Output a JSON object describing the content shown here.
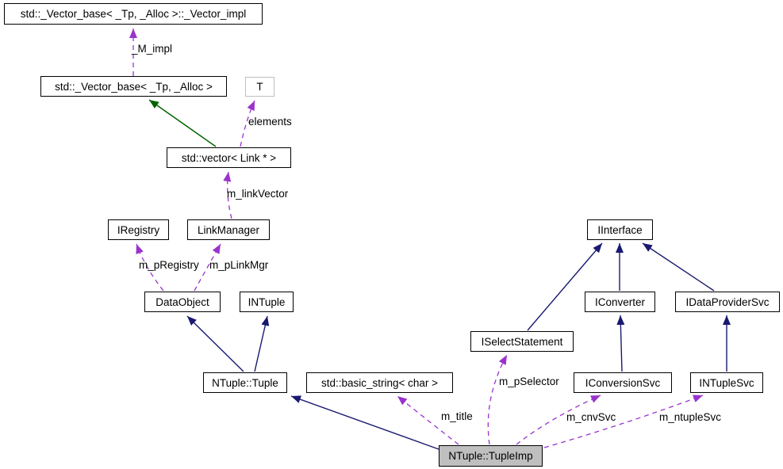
{
  "diagram": {
    "kind": "collaboration-graph",
    "focus_class": "NTuple::TupleImp",
    "colors": {
      "background": "#ffffff",
      "node_fill": "#ffffff",
      "node_border": "#000000",
      "template_param_border": "#bebebe",
      "focus_node_fill": "#bfbfbf",
      "inheritance_edge": "#191970",
      "private_inheritance_edge": "#006400",
      "usage_edge": "#9a32cd",
      "text": "#000000"
    },
    "nodes": {
      "vector_impl": {
        "label": "std::_Vector_base< _Tp, _Alloc >::_Vector_impl"
      },
      "vector_base": {
        "label": "std::_Vector_base< _Tp, _Alloc >"
      },
      "t_param": {
        "label": "T"
      },
      "vector_link": {
        "label": "std::vector< Link * >"
      },
      "iregistry": {
        "label": "IRegistry"
      },
      "link_manager": {
        "label": "LinkManager"
      },
      "data_object": {
        "label": "DataObject"
      },
      "intuple": {
        "label": "INTuple"
      },
      "ntuple_tuple": {
        "label": "NTuple::Tuple"
      },
      "basic_string": {
        "label": "std::basic_string< char >"
      },
      "iinterface": {
        "label": "IInterface"
      },
      "iconverter": {
        "label": "IConverter"
      },
      "idataprovidersvc": {
        "label": "IDataProviderSvc"
      },
      "iselectstatement": {
        "label": "ISelectStatement"
      },
      "iconversionsvc": {
        "label": "IConversionSvc"
      },
      "intuplesvc": {
        "label": "INTupleSvc"
      },
      "ntuple_tupleimp": {
        "label": "NTuple::TupleImp",
        "highlighted": true
      }
    },
    "edges": [
      {
        "from": "vector_base",
        "to": "vector_impl",
        "label": "_M_impl",
        "kind": "usage-dashed"
      },
      {
        "from": "vector_link",
        "to": "vector_base",
        "label": "",
        "kind": "private-inheritance"
      },
      {
        "from": "vector_link",
        "to": "t_param",
        "label": "elements",
        "kind": "usage-dashed"
      },
      {
        "from": "link_manager",
        "to": "vector_link",
        "label": "m_linkVector",
        "kind": "usage-dashed"
      },
      {
        "from": "data_object",
        "to": "iregistry",
        "label": "m_pRegistry",
        "kind": "usage-dashed"
      },
      {
        "from": "data_object",
        "to": "link_manager",
        "label": "m_pLinkMgr",
        "kind": "usage-dashed"
      },
      {
        "from": "ntuple_tuple",
        "to": "data_object",
        "label": "",
        "kind": "inheritance"
      },
      {
        "from": "ntuple_tuple",
        "to": "intuple",
        "label": "",
        "kind": "inheritance"
      },
      {
        "from": "ntuple_tupleimp",
        "to": "ntuple_tuple",
        "label": "",
        "kind": "inheritance"
      },
      {
        "from": "ntuple_tupleimp",
        "to": "basic_string",
        "label": "m_title",
        "kind": "usage-dashed"
      },
      {
        "from": "ntuple_tupleimp",
        "to": "iselectstatement",
        "label": "m_pSelector",
        "kind": "usage-dashed"
      },
      {
        "from": "iselectstatement",
        "to": "iinterface",
        "label": "",
        "kind": "inheritance"
      },
      {
        "from": "iconverter",
        "to": "iinterface",
        "label": "",
        "kind": "inheritance"
      },
      {
        "from": "idataprovidersvc",
        "to": "iinterface",
        "label": "",
        "kind": "inheritance"
      },
      {
        "from": "iconversionsvc",
        "to": "iconverter",
        "label": "",
        "kind": "inheritance"
      },
      {
        "from": "intuplesvc",
        "to": "idataprovidersvc",
        "label": "",
        "kind": "inheritance"
      },
      {
        "from": "ntuple_tupleimp",
        "to": "iconversionsvc",
        "label": "m_cnvSvc",
        "kind": "usage-dashed"
      },
      {
        "from": "ntuple_tupleimp",
        "to": "intuplesvc",
        "label": "m_ntupleSvc",
        "kind": "usage-dashed"
      }
    ]
  }
}
